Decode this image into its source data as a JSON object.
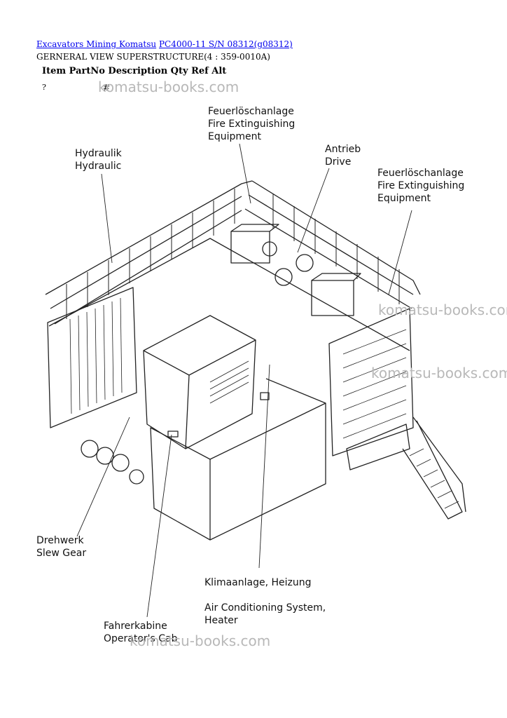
{
  "breadcrumb": {
    "link1": "Excavators Mining Komatsu",
    "link2": "PC4000-11 S/N 08312(g08312)"
  },
  "subtitle": "GERNERAL VIEW SUPERSTRUCTURE(4 : 359-0010A)",
  "table": {
    "header": "Item PartNo Description Qty Ref Alt",
    "row": {
      "item": "?",
      "partno": "#"
    }
  },
  "watermarks": [
    "komatsu-books.com",
    "komatsu-books.com",
    "komatsu-books.com",
    "komatsu-books.com"
  ],
  "callouts": {
    "fire_top": "Feuerlöschanlage\nFire Extinguishing\nEquipment",
    "hydraulic": "Hydraulik\nHydraulic",
    "drive": "Antrieb\nDrive",
    "fire_right": "Feuerlöschanlage\nFire Extinguishing\nEquipment",
    "slew": "Drehwerk\nSlew Gear",
    "aircon": "Klimaanlage, Heizung\n\nAir Conditioning System,\nHeater",
    "cab": "Fahrerkabine\nOperator's Cab"
  }
}
